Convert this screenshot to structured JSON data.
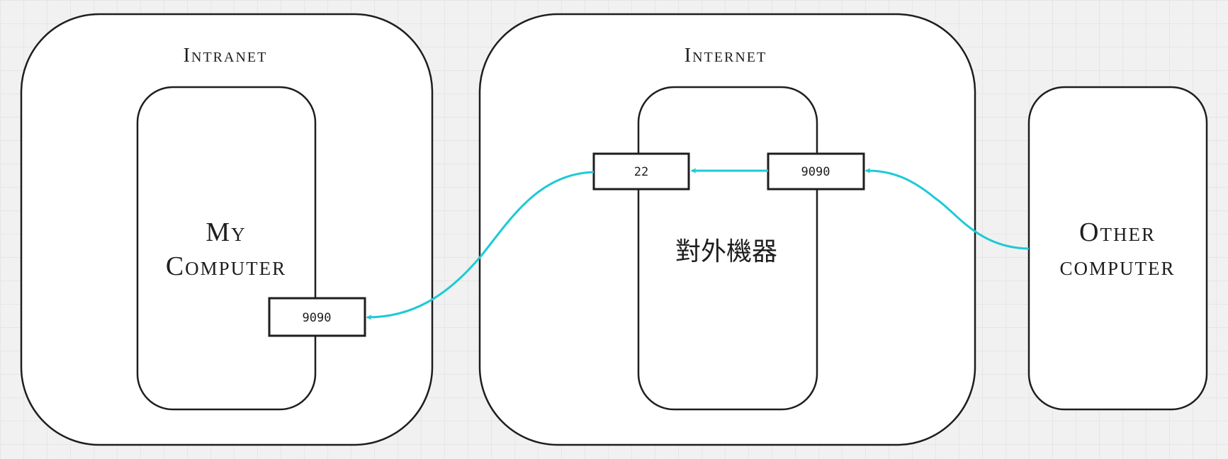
{
  "colors": {
    "arrow": "#1ccad5",
    "stroke": "#1e1e1e"
  },
  "intranet": {
    "label": "Intranet",
    "my_computer": {
      "line1": "My",
      "line2": "Computer",
      "port": "9090"
    }
  },
  "internet": {
    "label": "Internet",
    "external_machine": {
      "label": "對外機器",
      "port_in": "9090",
      "port_ssh": "22"
    }
  },
  "other_computer": {
    "line1": "Other",
    "line2": "computer"
  }
}
